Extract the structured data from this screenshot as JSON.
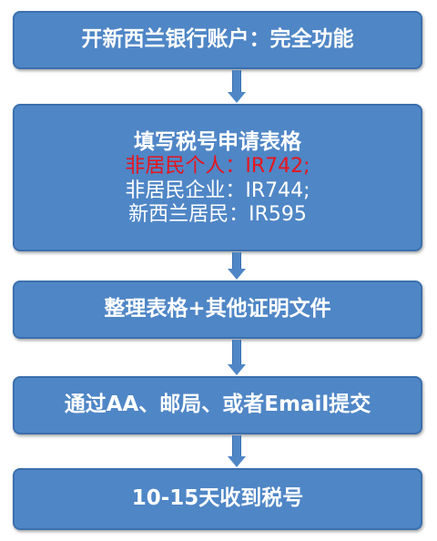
{
  "steps": [
    {
      "title": "开新西兰银行账户：完全功能"
    },
    {
      "title": "填写税号申请表格",
      "lines": [
        "非居民个人：IR742;",
        "非居民企业：IR744;",
        "新西兰居民：IR595"
      ],
      "highlight_color": "#e8141c"
    },
    {
      "title": "整理表格+其他证明文件"
    },
    {
      "title": "通过AA、邮局、或者Email提交"
    },
    {
      "title": "10-15天收到税号"
    }
  ],
  "colors": {
    "box_fill": "#4f86c6",
    "box_border": "#3b6fae",
    "text": "#ffffff"
  }
}
